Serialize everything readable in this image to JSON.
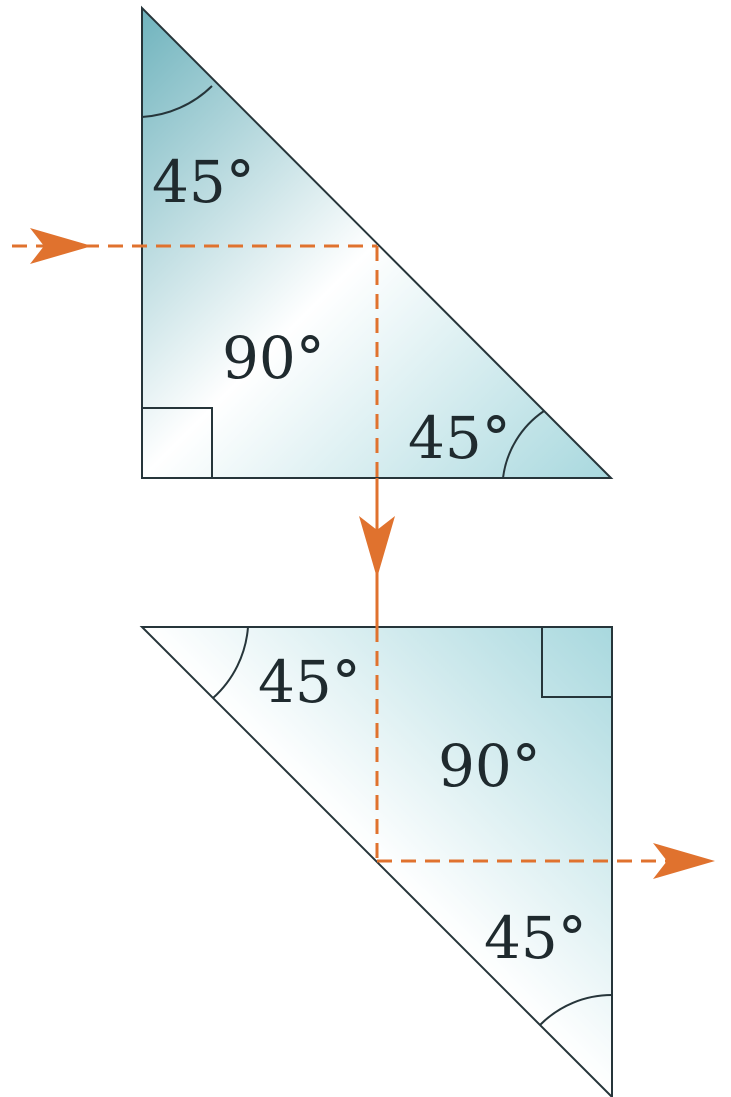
{
  "colors": {
    "prism_edge": "#6fb3bd",
    "prism_fill_light": "#ffffff",
    "prism_fill_dark": "#a8d8de",
    "outline": "#26353a",
    "ray": "#e0722e"
  },
  "prisms": {
    "top": {
      "apex_angle": "45°",
      "right_angle": "90°",
      "base_angle": "45°"
    },
    "bottom": {
      "top_angle": "45°",
      "right_angle": "90°",
      "bottom_angle": "45°"
    }
  }
}
